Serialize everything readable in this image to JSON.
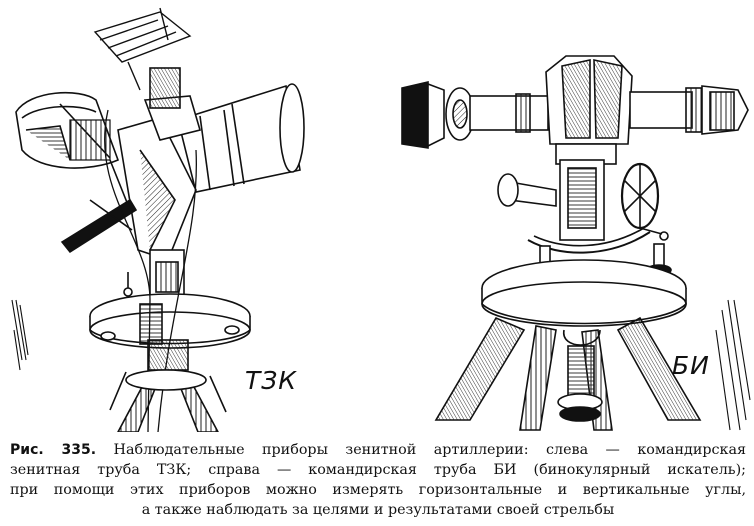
{
  "figure": {
    "left_label": "ТЗК",
    "right_label": "БИ"
  },
  "caption": {
    "fig_num": "Рис. 335.",
    "line1": "Наблюдательные приборы зенитной артиллерии: слева — командирская",
    "line2": "зенитная труба ТЗК; справа — командирская труба БИ (бинокулярный искатель);",
    "line3": "при помощи этих приборов можно измерять горизонтальные и вертикальные углы,",
    "line4": "а также наблюдать за целями и результатами своей стрельбы"
  }
}
